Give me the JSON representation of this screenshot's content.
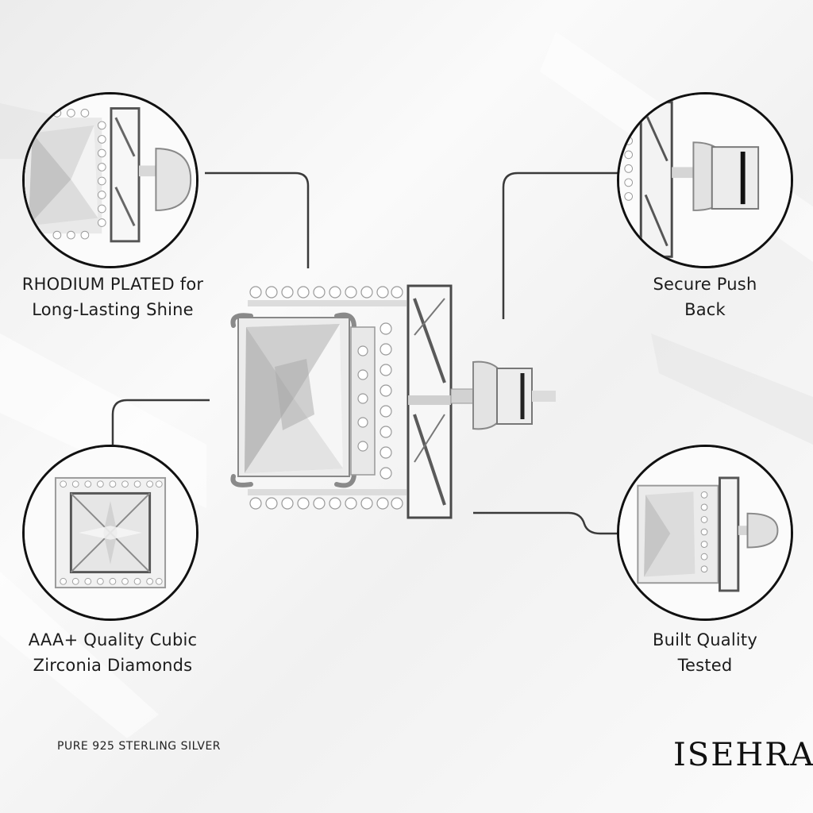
{
  "features": {
    "top_left": [
      "RHODIUM PLATED for",
      "Long-Lasting Shine"
    ],
    "top_right": [
      "Secure Push",
      "Back"
    ],
    "bottom_left": [
      "AAA+ Quality Cubic",
      "Zirconia Diamonds"
    ],
    "bottom_right": [
      "Built Quality",
      "Tested"
    ]
  },
  "footer_note": "PURE 925 STERLING SILVER",
  "brand": "ISEHRA",
  "colors": {
    "line": "#3a3a3a",
    "circle_border": "#111111",
    "silver": "#c9c9c9"
  }
}
